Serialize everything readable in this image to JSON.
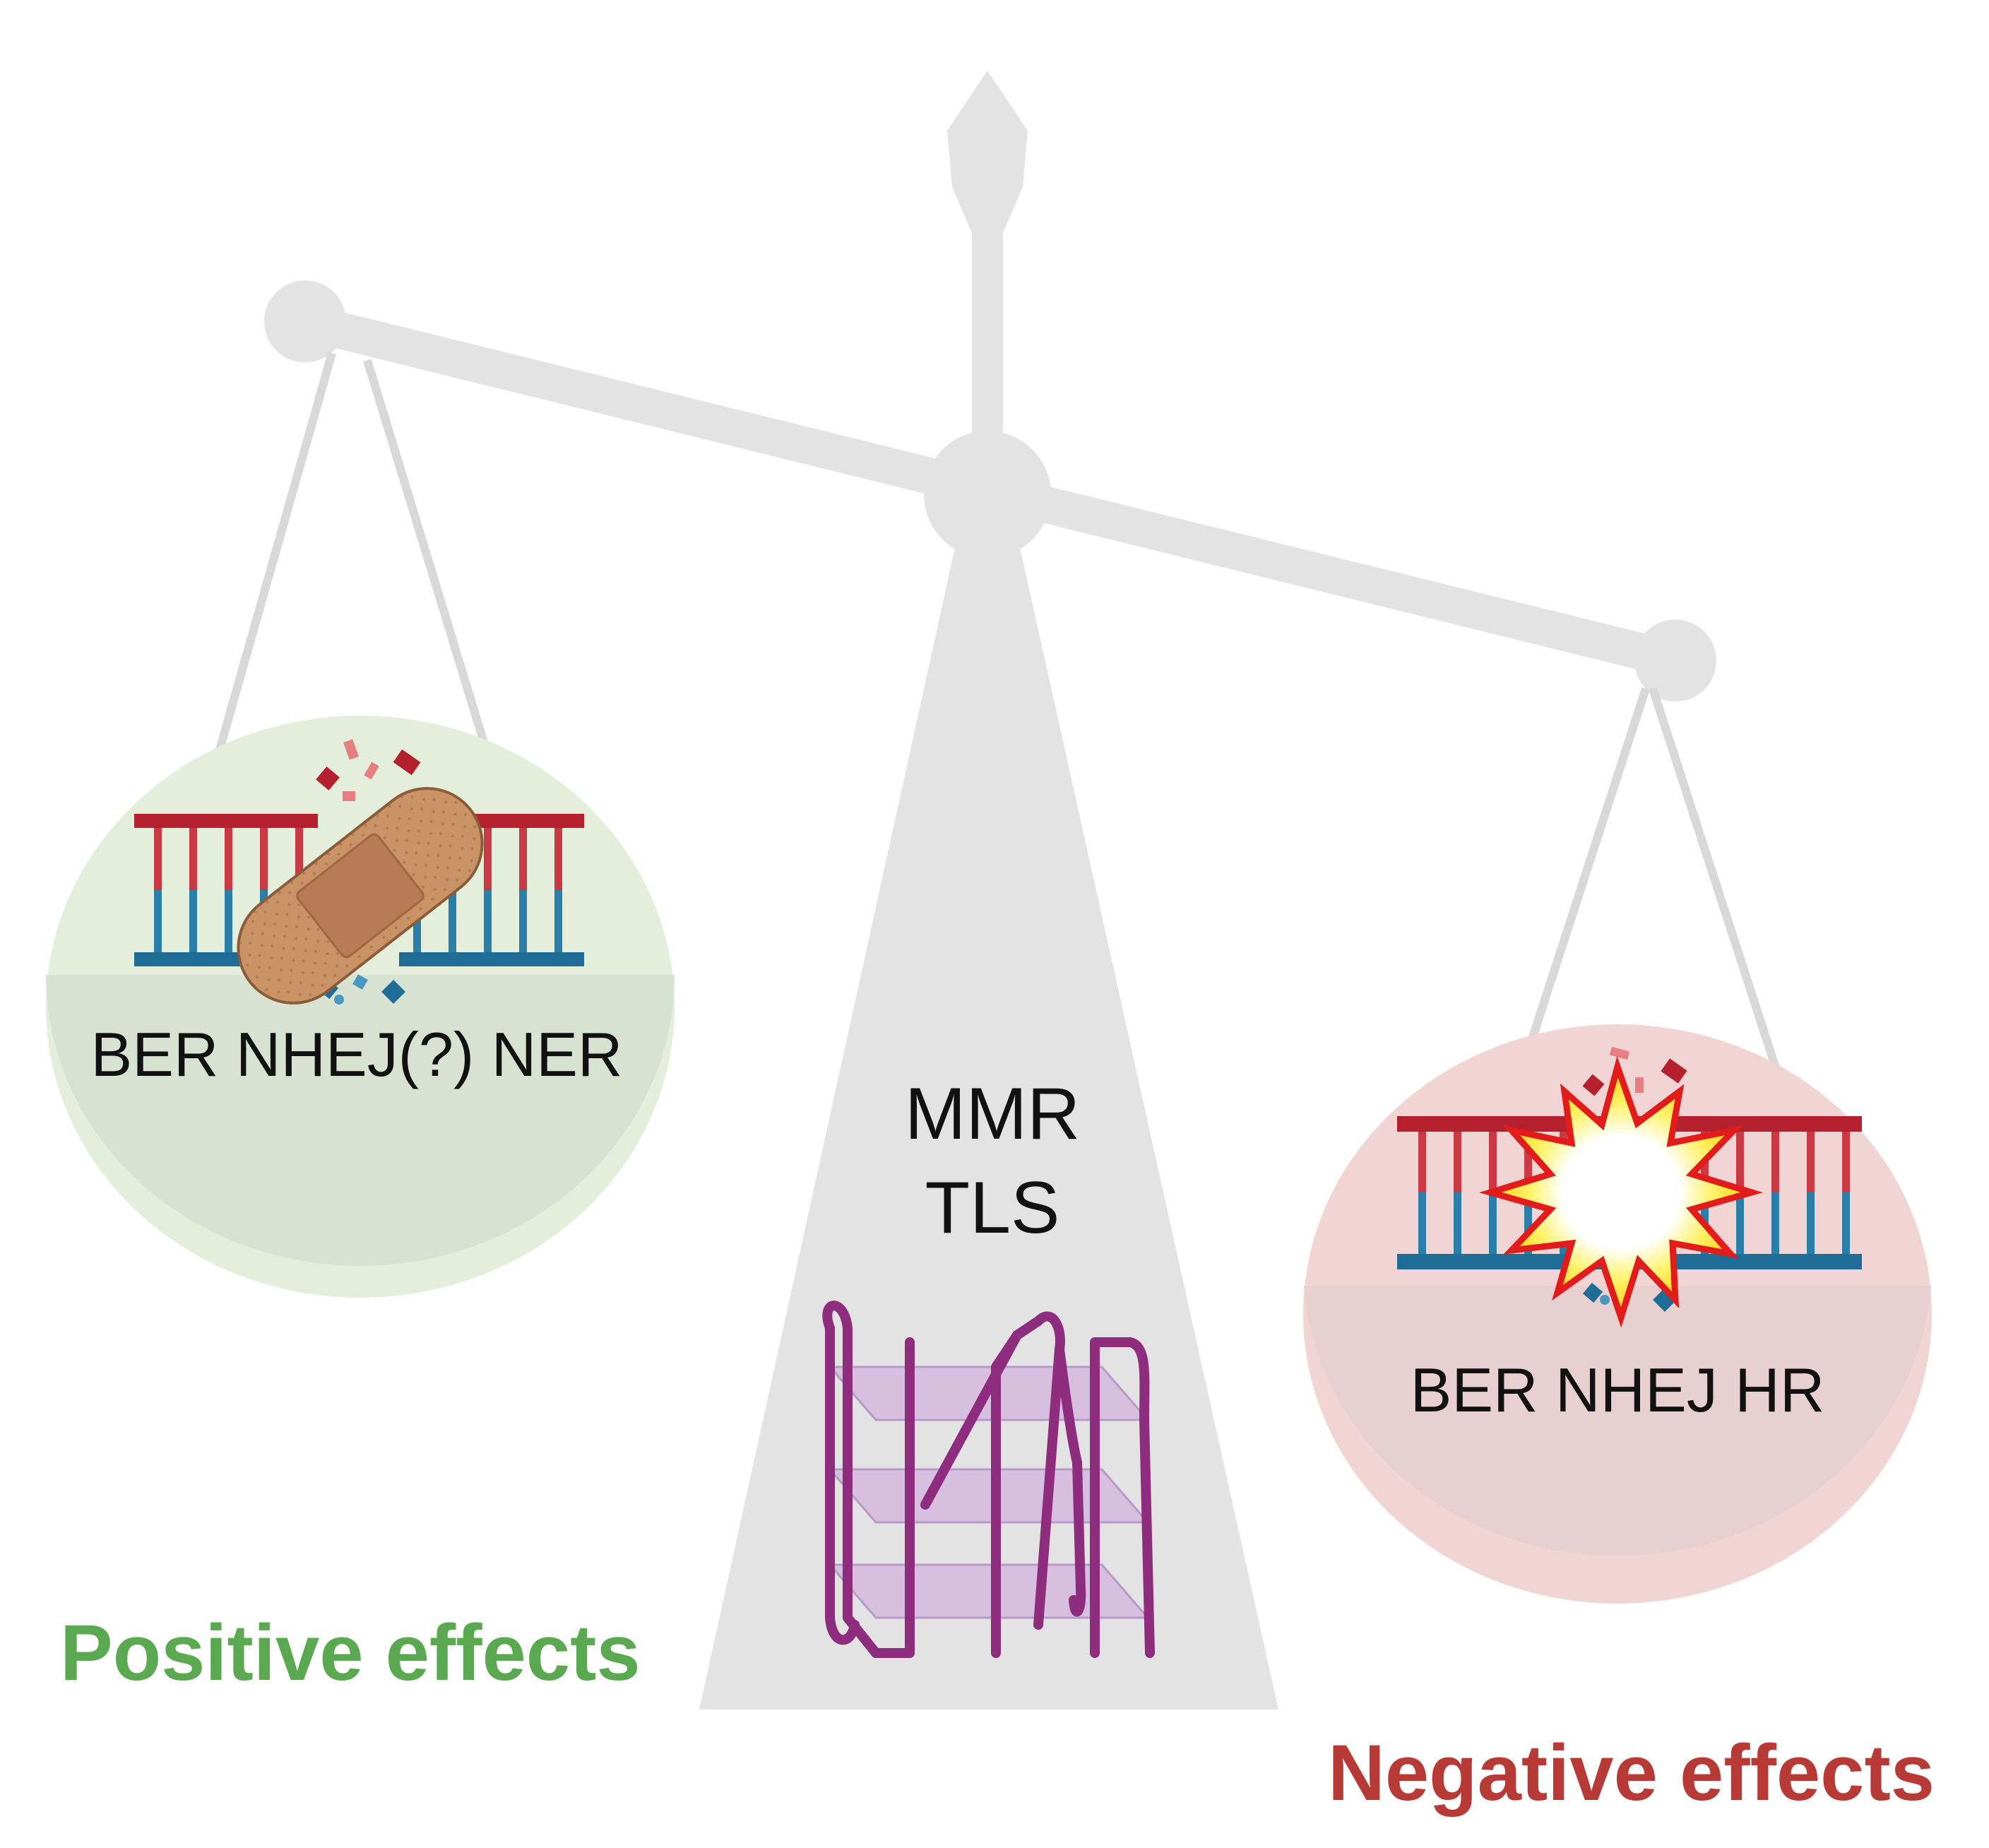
{
  "center": {
    "line1": "MMR",
    "line2": "TLS"
  },
  "left_pan": {
    "label": "BER NHEJ(?) NER",
    "icon": "bandage-dna-repair-icon"
  },
  "right_pan": {
    "label": "BER NHEJ HR",
    "icon": "dna-double-strand-break-icon"
  },
  "effects": {
    "positive": "Positive effects",
    "negative": "Negative effects"
  },
  "colors": {
    "scale": "#e3e3e3",
    "positive": "#5aa84f",
    "negative": "#b83a36",
    "positive_pan": "#dde8d6",
    "negative_pan": "#efcfd0",
    "dna_red": "#b5202e",
    "dna_blue": "#1f6c97",
    "quadruplex": "#8e2c7d",
    "quadruplex_fill": "#d7bfe0",
    "bandage": "#c99366"
  }
}
